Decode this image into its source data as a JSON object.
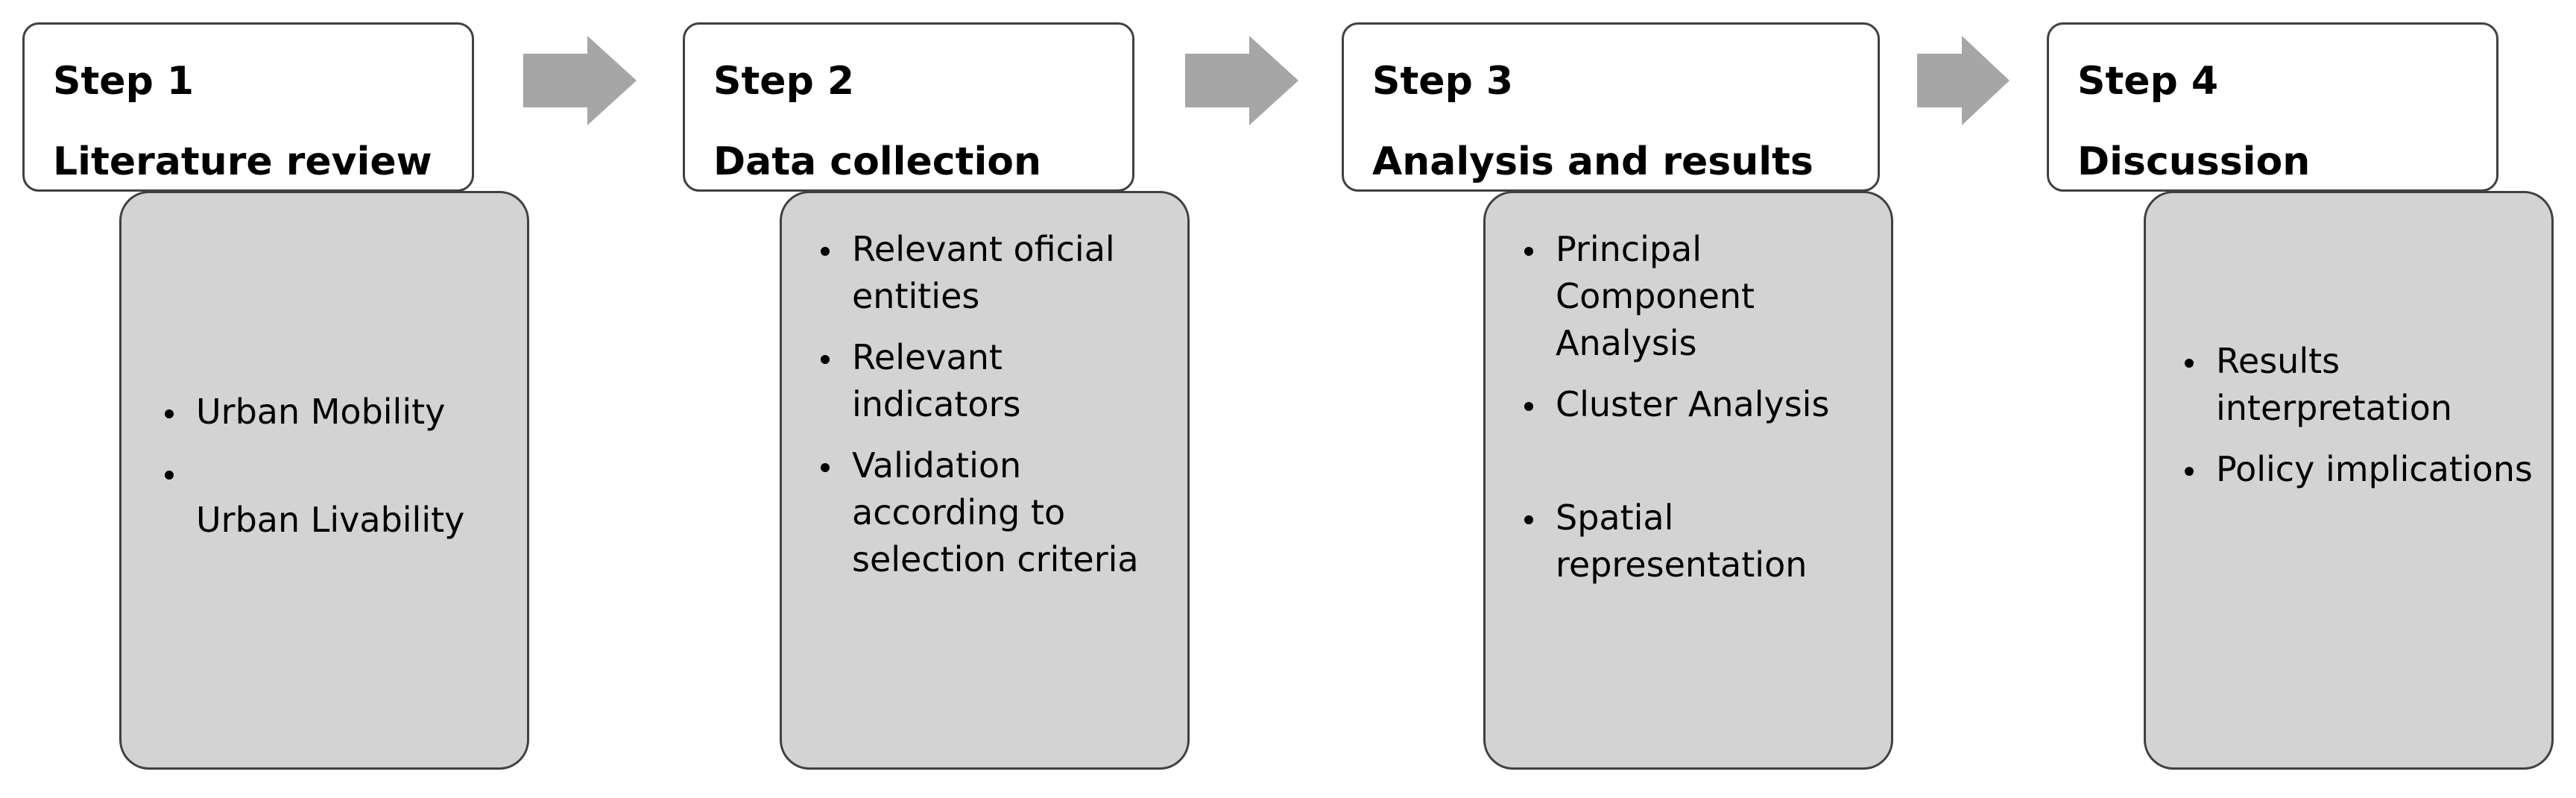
{
  "steps": [
    {
      "number": "Step 1",
      "title": "Literature review",
      "bullets": [
        "Urban Mobility",
        "Urban Livability"
      ]
    },
    {
      "number": "Step 2",
      "title": "Data collection",
      "bullets": [
        "Relevant oficial entities",
        "Relevant indicators",
        "Validation according to selection criteria"
      ]
    },
    {
      "number": "Step 3",
      "title": "Analysis and results",
      "bullets": [
        "Principal Component Analysis",
        "Cluster Analysis",
        "Spatial representation"
      ]
    },
    {
      "number": "Step 4",
      "title": "Discussion",
      "bullets": [
        "Results interpretation",
        "Policy implications"
      ]
    }
  ],
  "colors": {
    "detail_fill": "#d3d3d3",
    "border": "#404040",
    "arrow": "#a6a6a6",
    "header_fill": "#ffffff"
  }
}
